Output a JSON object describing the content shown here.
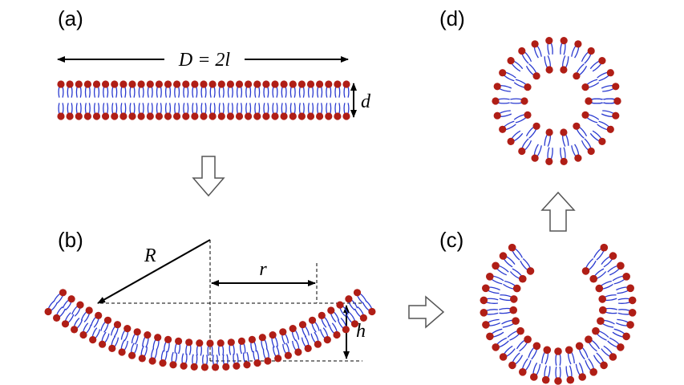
{
  "panels": {
    "a": "(a)",
    "b": "(b)",
    "c": "(c)",
    "d": "(d)"
  },
  "labels": {
    "diameter": "D = 2l",
    "thickness": "d",
    "big_radius": "R",
    "small_radius": "r",
    "height": "h"
  },
  "colors": {
    "head": "#b01e16",
    "tail": "#2a3ad0",
    "line": "#000000",
    "arrow_fill": "#ffffff",
    "arrow_stroke": "#555555"
  },
  "icons": {
    "arrow_down": "hollow-arrow-down-icon",
    "arrow_right": "hollow-arrow-right-icon",
    "arrow_up": "hollow-arrow-up-icon"
  }
}
